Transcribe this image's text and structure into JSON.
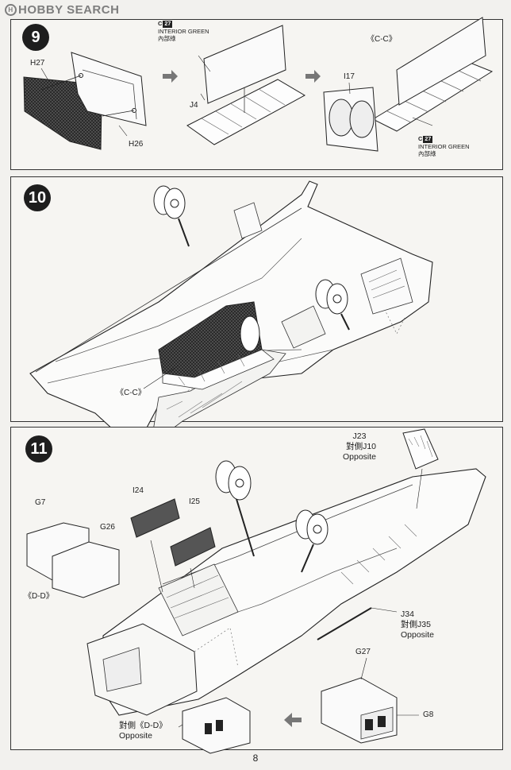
{
  "watermark": {
    "brand": "HOBBY SEARCH",
    "circle_glyph": "H"
  },
  "step9": {
    "number": "9",
    "labels": {
      "h27": "H27",
      "h26": "H26",
      "j4": "J4",
      "i17": "I17",
      "cc": "《C-C》"
    },
    "paint1": {
      "code_prefix": "C",
      "code": "27",
      "name": "INTERIOR GREEN",
      "name_cn": "內部綠"
    },
    "paint2": {
      "code_prefix": "C",
      "code": "27",
      "name": "INTERIOR GREEN",
      "name_cn": "內部綠"
    }
  },
  "step10": {
    "number": "10",
    "labels": {
      "cc": "《C-C》"
    }
  },
  "step11": {
    "number": "11",
    "labels": {
      "g7": "G7",
      "g26": "G26",
      "dd": "《D-D》",
      "i24": "I24",
      "i25": "I25",
      "j23": "J23",
      "j23_cn": "對側J10",
      "j23_opp": "Opposite",
      "j34": "J34",
      "j34_cn": "對側J35",
      "j34_opp": "Opposite",
      "g27": "G27",
      "g8": "G8",
      "dd2_cn": "對側《D-D》",
      "dd2_opp": "Opposite"
    }
  },
  "page": {
    "number": "8"
  }
}
